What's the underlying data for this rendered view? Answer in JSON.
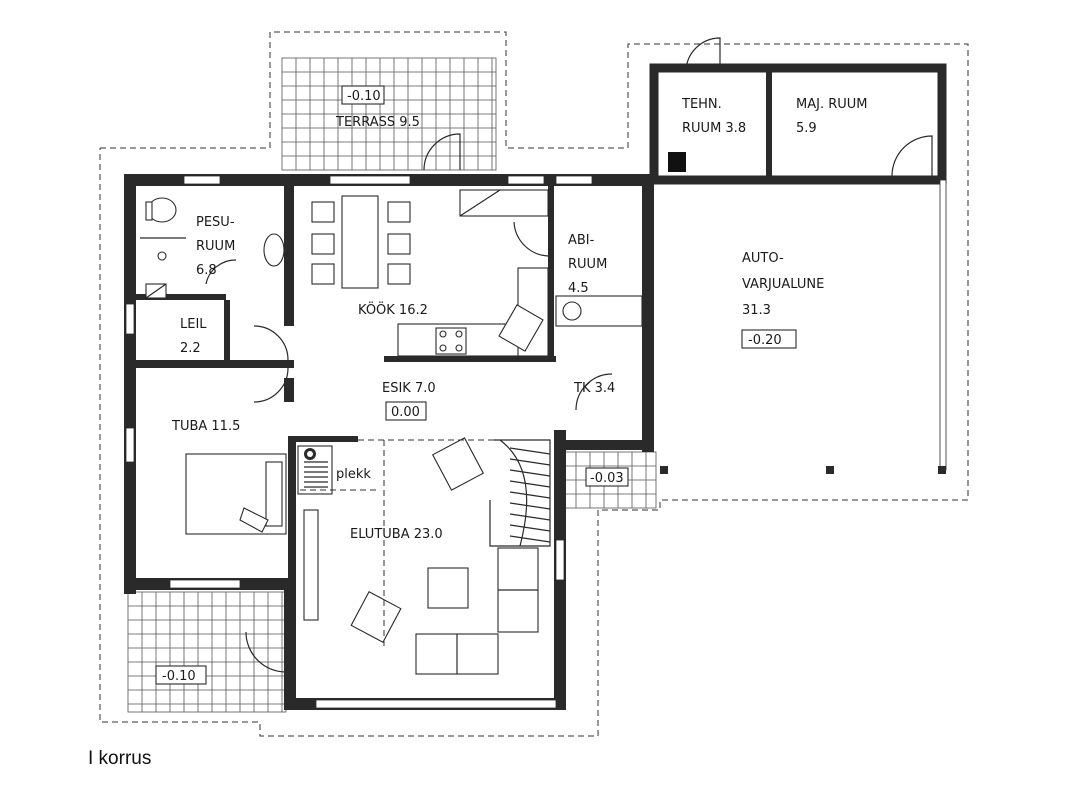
{
  "rooms": {
    "terrass_top": {
      "name": "TERRASS 9.5",
      "level": "-0.10"
    },
    "tehn": {
      "line1": "TEHN.",
      "line2": "RUUM 3.8"
    },
    "maj": {
      "line1": "MAJ. RUUM",
      "line2": "5.9"
    },
    "pesu": {
      "line1": "PESU-",
      "line2": "RUUM",
      "line3": "6.8"
    },
    "kook": {
      "name": "KÖÖK 16.2"
    },
    "abi": {
      "line1": "ABI-",
      "line2": "RUUM",
      "line3": "4.5"
    },
    "auto": {
      "line1": "AUTO-",
      "line2": "VARJUALUNE",
      "line3": "31.3",
      "level": "-0.20"
    },
    "leil": {
      "line1": "LEIL",
      "line2": "2.2"
    },
    "esik": {
      "name": "ESIK 7.0",
      "level": "0.00"
    },
    "tk": {
      "name": "TK 3.4"
    },
    "tuba": {
      "name": "TUBA 11.5"
    },
    "plekk": {
      "name": "plekk"
    },
    "porch": {
      "level": "-0.03"
    },
    "elutuba": {
      "name": "ELUTUBA 23.0"
    },
    "terrass_bottom": {
      "level": "-0.10"
    }
  },
  "caption": "I korrus"
}
